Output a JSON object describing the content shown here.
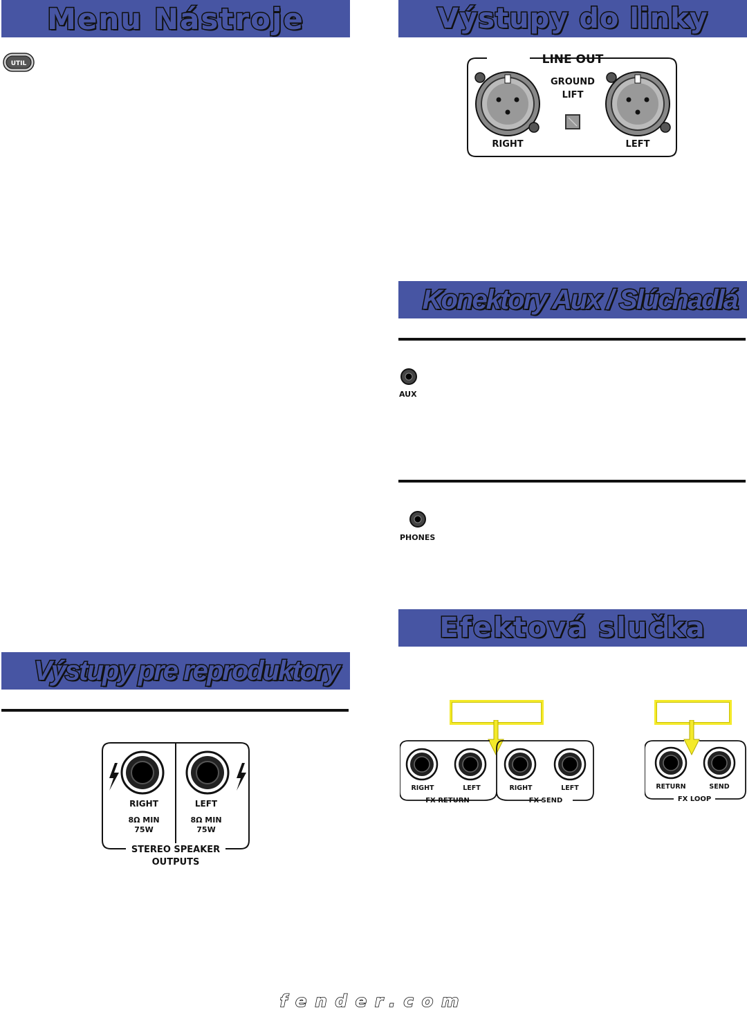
{
  "banners": {
    "menu_nastroje": "Menu Nástroje",
    "vystupy_linky": "Výstupy do linky",
    "konektory_aux": "Konektory Aux / Slúchadlá",
    "efektova_slucka": "Efektová slučka",
    "vystupy_reproduktory": "Výstupy pre reproduktory"
  },
  "util_button": {
    "label": "UTIL"
  },
  "line_out": {
    "title": "LINE OUT",
    "ground_lift_line1": "GROUND",
    "ground_lift_line2": "LIFT",
    "right": "RIGHT",
    "left": "LEFT"
  },
  "aux": {
    "label": "AUX"
  },
  "phones": {
    "label": "PHONES"
  },
  "speaker_outputs": {
    "right": "RIGHT",
    "left": "LEFT",
    "right_spec1": "8Ω MIN",
    "right_spec2": "75W",
    "left_spec1": "8Ω MIN",
    "left_spec2": "75W",
    "group_line1": "STEREO SPEAKER",
    "group_line2": "OUTPUTS"
  },
  "fx": {
    "return_right": "RIGHT",
    "return_left": "LEFT",
    "return_group": "FX RETURN",
    "send_right": "RIGHT",
    "send_left": "LEFT",
    "send_group": "FX SEND",
    "loop_return": "RETURN",
    "loop_send": "SEND",
    "loop_group": "FX LOOP"
  },
  "footer": "fender.com",
  "colors": {
    "banner": "#4755a3",
    "callout": "#f4ea2a",
    "arrow": "#f4ea2a"
  }
}
